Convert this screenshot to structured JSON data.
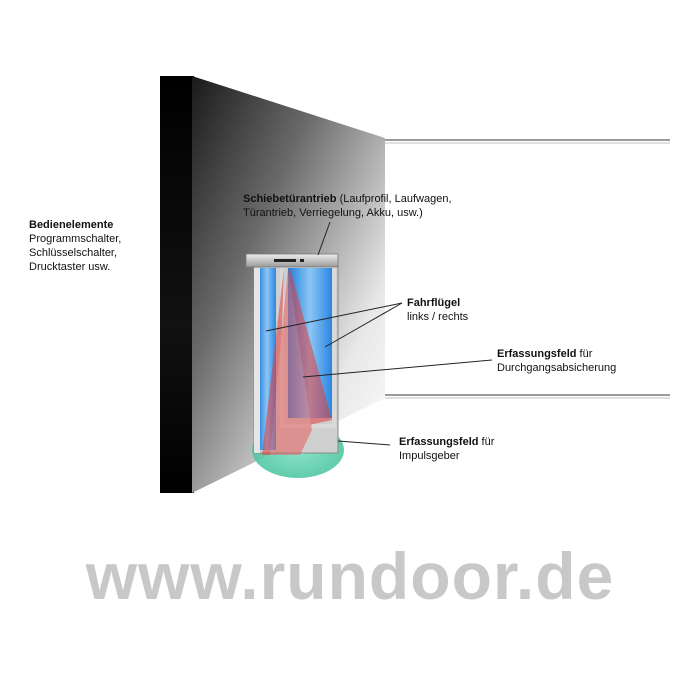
{
  "labels": {
    "bedien": {
      "title": "Bedienelemente",
      "line1": "Programmschalter,",
      "line2": "Schlüsselschalter,",
      "line3": "Drucktaster usw."
    },
    "antrieb": {
      "title": "Schiebetürantrieb",
      "rest1": " (Laufprofil, Laufwagen,",
      "line2": "Türantrieb, Verriegelung, Akku, usw.)"
    },
    "fahrfluegel": {
      "title": "Fahrflügel",
      "line2": "links / rechts"
    },
    "durchgang": {
      "title": "Erfassungsfeld",
      "rest1": " für",
      "line2": "Durchgangsabsicherung"
    },
    "impuls": {
      "title": "Erfassungsfeld",
      "rest1": " für",
      "line2": "Impulsgeber"
    }
  },
  "watermark": "www.rundoor.de",
  "colors": {
    "wall_dark": "#0a0a0a",
    "wall_light": "#ffffff",
    "glass_blue": "#2d8ee6",
    "sensor_red": "#e23c3c",
    "sensor_green": "#5ed3b0",
    "frame_gray": "#b8b8b8",
    "watermark": "#c8c8c8"
  }
}
